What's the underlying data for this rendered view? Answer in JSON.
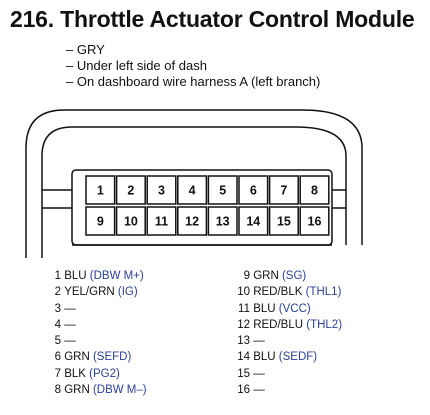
{
  "title": "216. Throttle Actuator Control Module",
  "notes": [
    "– GRY",
    "– Under left side of dash",
    "– On dashboard wire harness A (left branch)"
  ],
  "connector": {
    "top_row": [
      "1",
      "2",
      "3",
      "4",
      "5",
      "6",
      "7",
      "8"
    ],
    "bottom_row": [
      "9",
      "10",
      "11",
      "12",
      "13",
      "14",
      "15",
      "16"
    ]
  },
  "pinout_left": [
    {
      "num": "1",
      "wire": "BLU",
      "signal": "(DBW M+)"
    },
    {
      "num": "2",
      "wire": "YEL/GRN",
      "signal": "(IG)"
    },
    {
      "num": "3",
      "wire": "—",
      "signal": ""
    },
    {
      "num": "4",
      "wire": "—",
      "signal": ""
    },
    {
      "num": "5",
      "wire": "—",
      "signal": ""
    },
    {
      "num": "6",
      "wire": "GRN",
      "signal": "(SEFD)"
    },
    {
      "num": "7",
      "wire": "BLK",
      "signal": "(PG2)"
    },
    {
      "num": "8",
      "wire": "GRN",
      "signal": "(DBW M–)"
    }
  ],
  "pinout_right": [
    {
      "num": "9",
      "wire": "GRN",
      "signal": "(SG)"
    },
    {
      "num": "10",
      "wire": "RED/BLK",
      "signal": "(THL1)"
    },
    {
      "num": "11",
      "wire": "BLU",
      "signal": "(VCC)"
    },
    {
      "num": "12",
      "wire": "RED/BLU",
      "signal": "(THL2)"
    },
    {
      "num": "13",
      "wire": "—",
      "signal": ""
    },
    {
      "num": "14",
      "wire": "BLU",
      "signal": "(SEDF)"
    },
    {
      "num": "15",
      "wire": "—",
      "signal": ""
    },
    {
      "num": "16",
      "wire": "—",
      "signal": ""
    }
  ],
  "colors": {
    "signal": "#2a3f9a",
    "line": "#111111"
  }
}
